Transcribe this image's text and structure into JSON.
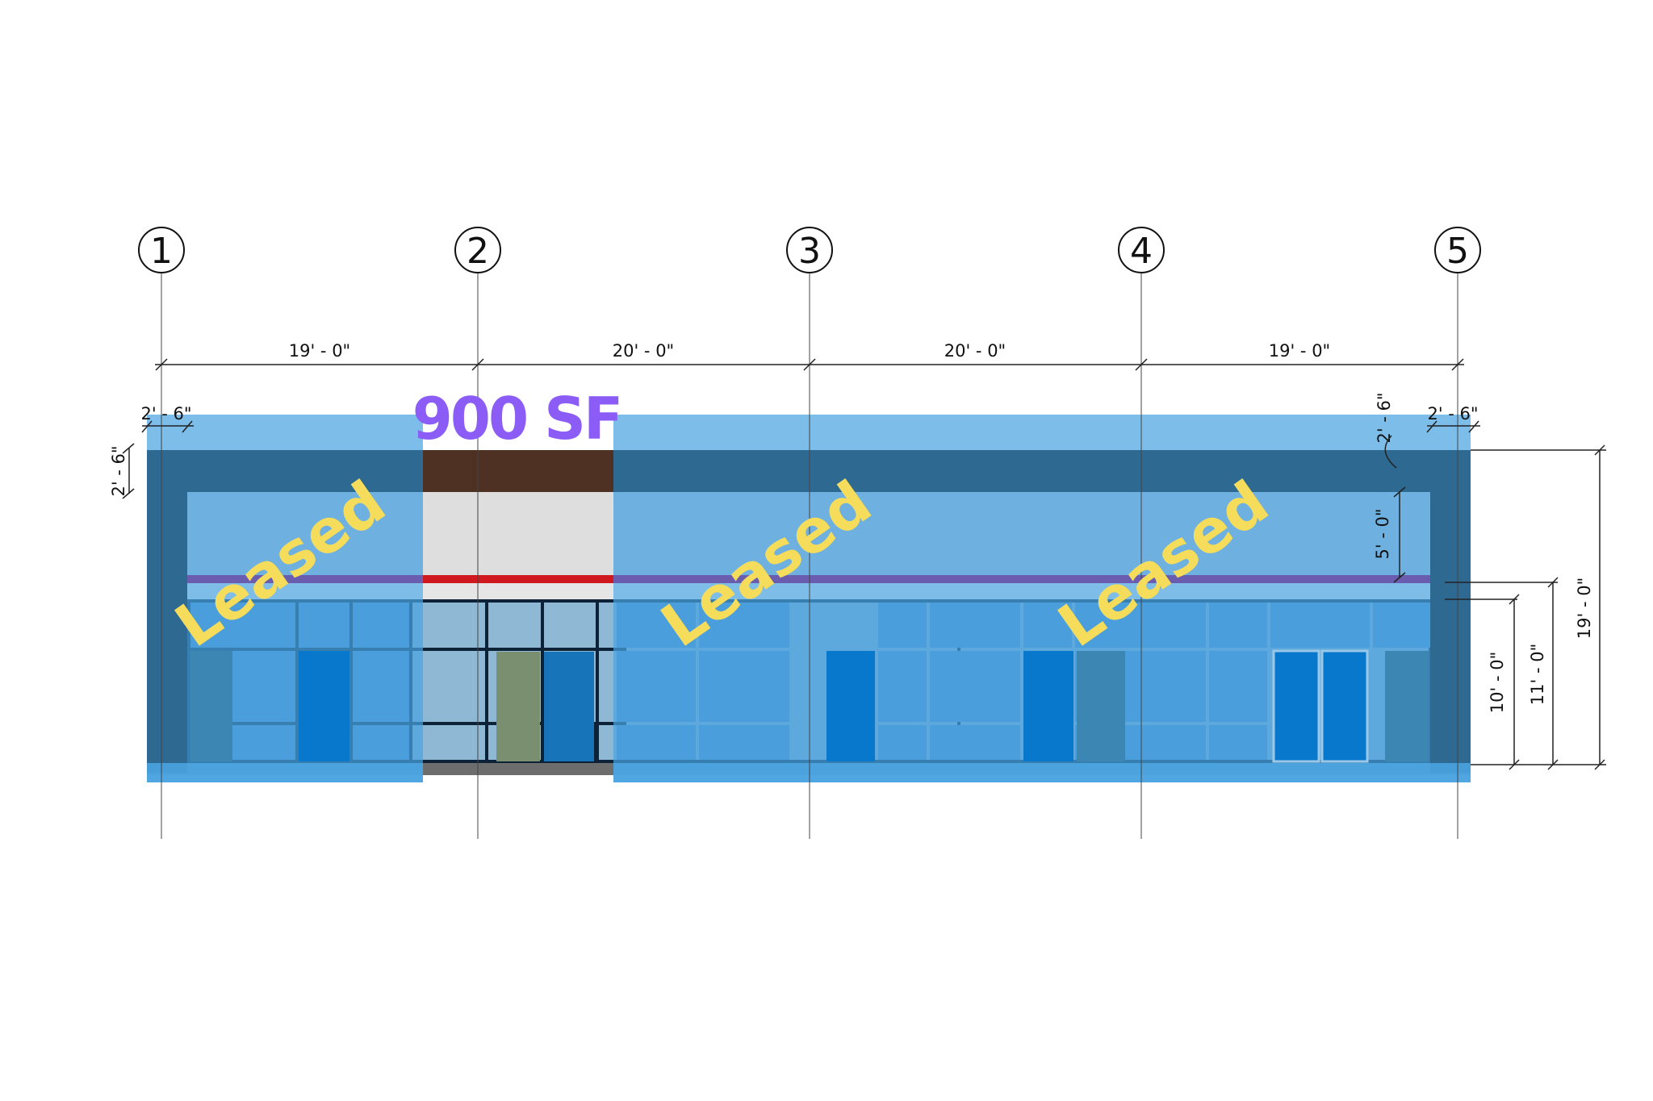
{
  "grid_lines": [
    "1",
    "2",
    "3",
    "4",
    "5"
  ],
  "bay_dimensions": [
    "19' - 0\"",
    "20' - 0\"",
    "20' - 0\"",
    "19' - 0\""
  ],
  "left_offset_dim": "2' - 6\"",
  "right_offset_dim": "2' - 6\"",
  "left_parapet_dim": "2' - 6\"",
  "right_parapet_dim": "2' - 6\"",
  "transom_dim": "5' - 0\"",
  "storefront_dim": "10' - 0\"",
  "canopy_dim": "11' - 0\"",
  "overall_height_dim": "19' - 0\"",
  "available_area": "900 SF",
  "leased_labels": [
    "Leased",
    "Leased",
    "Leased"
  ],
  "colors": {
    "leased_overlay": "#4aa3e0",
    "parapet_band": "#2b6188",
    "available_band": "#4e3123",
    "accent_stripe": "#d0191e",
    "area_text": "#8b5cf6",
    "leased_text": "#f5dc5a"
  }
}
